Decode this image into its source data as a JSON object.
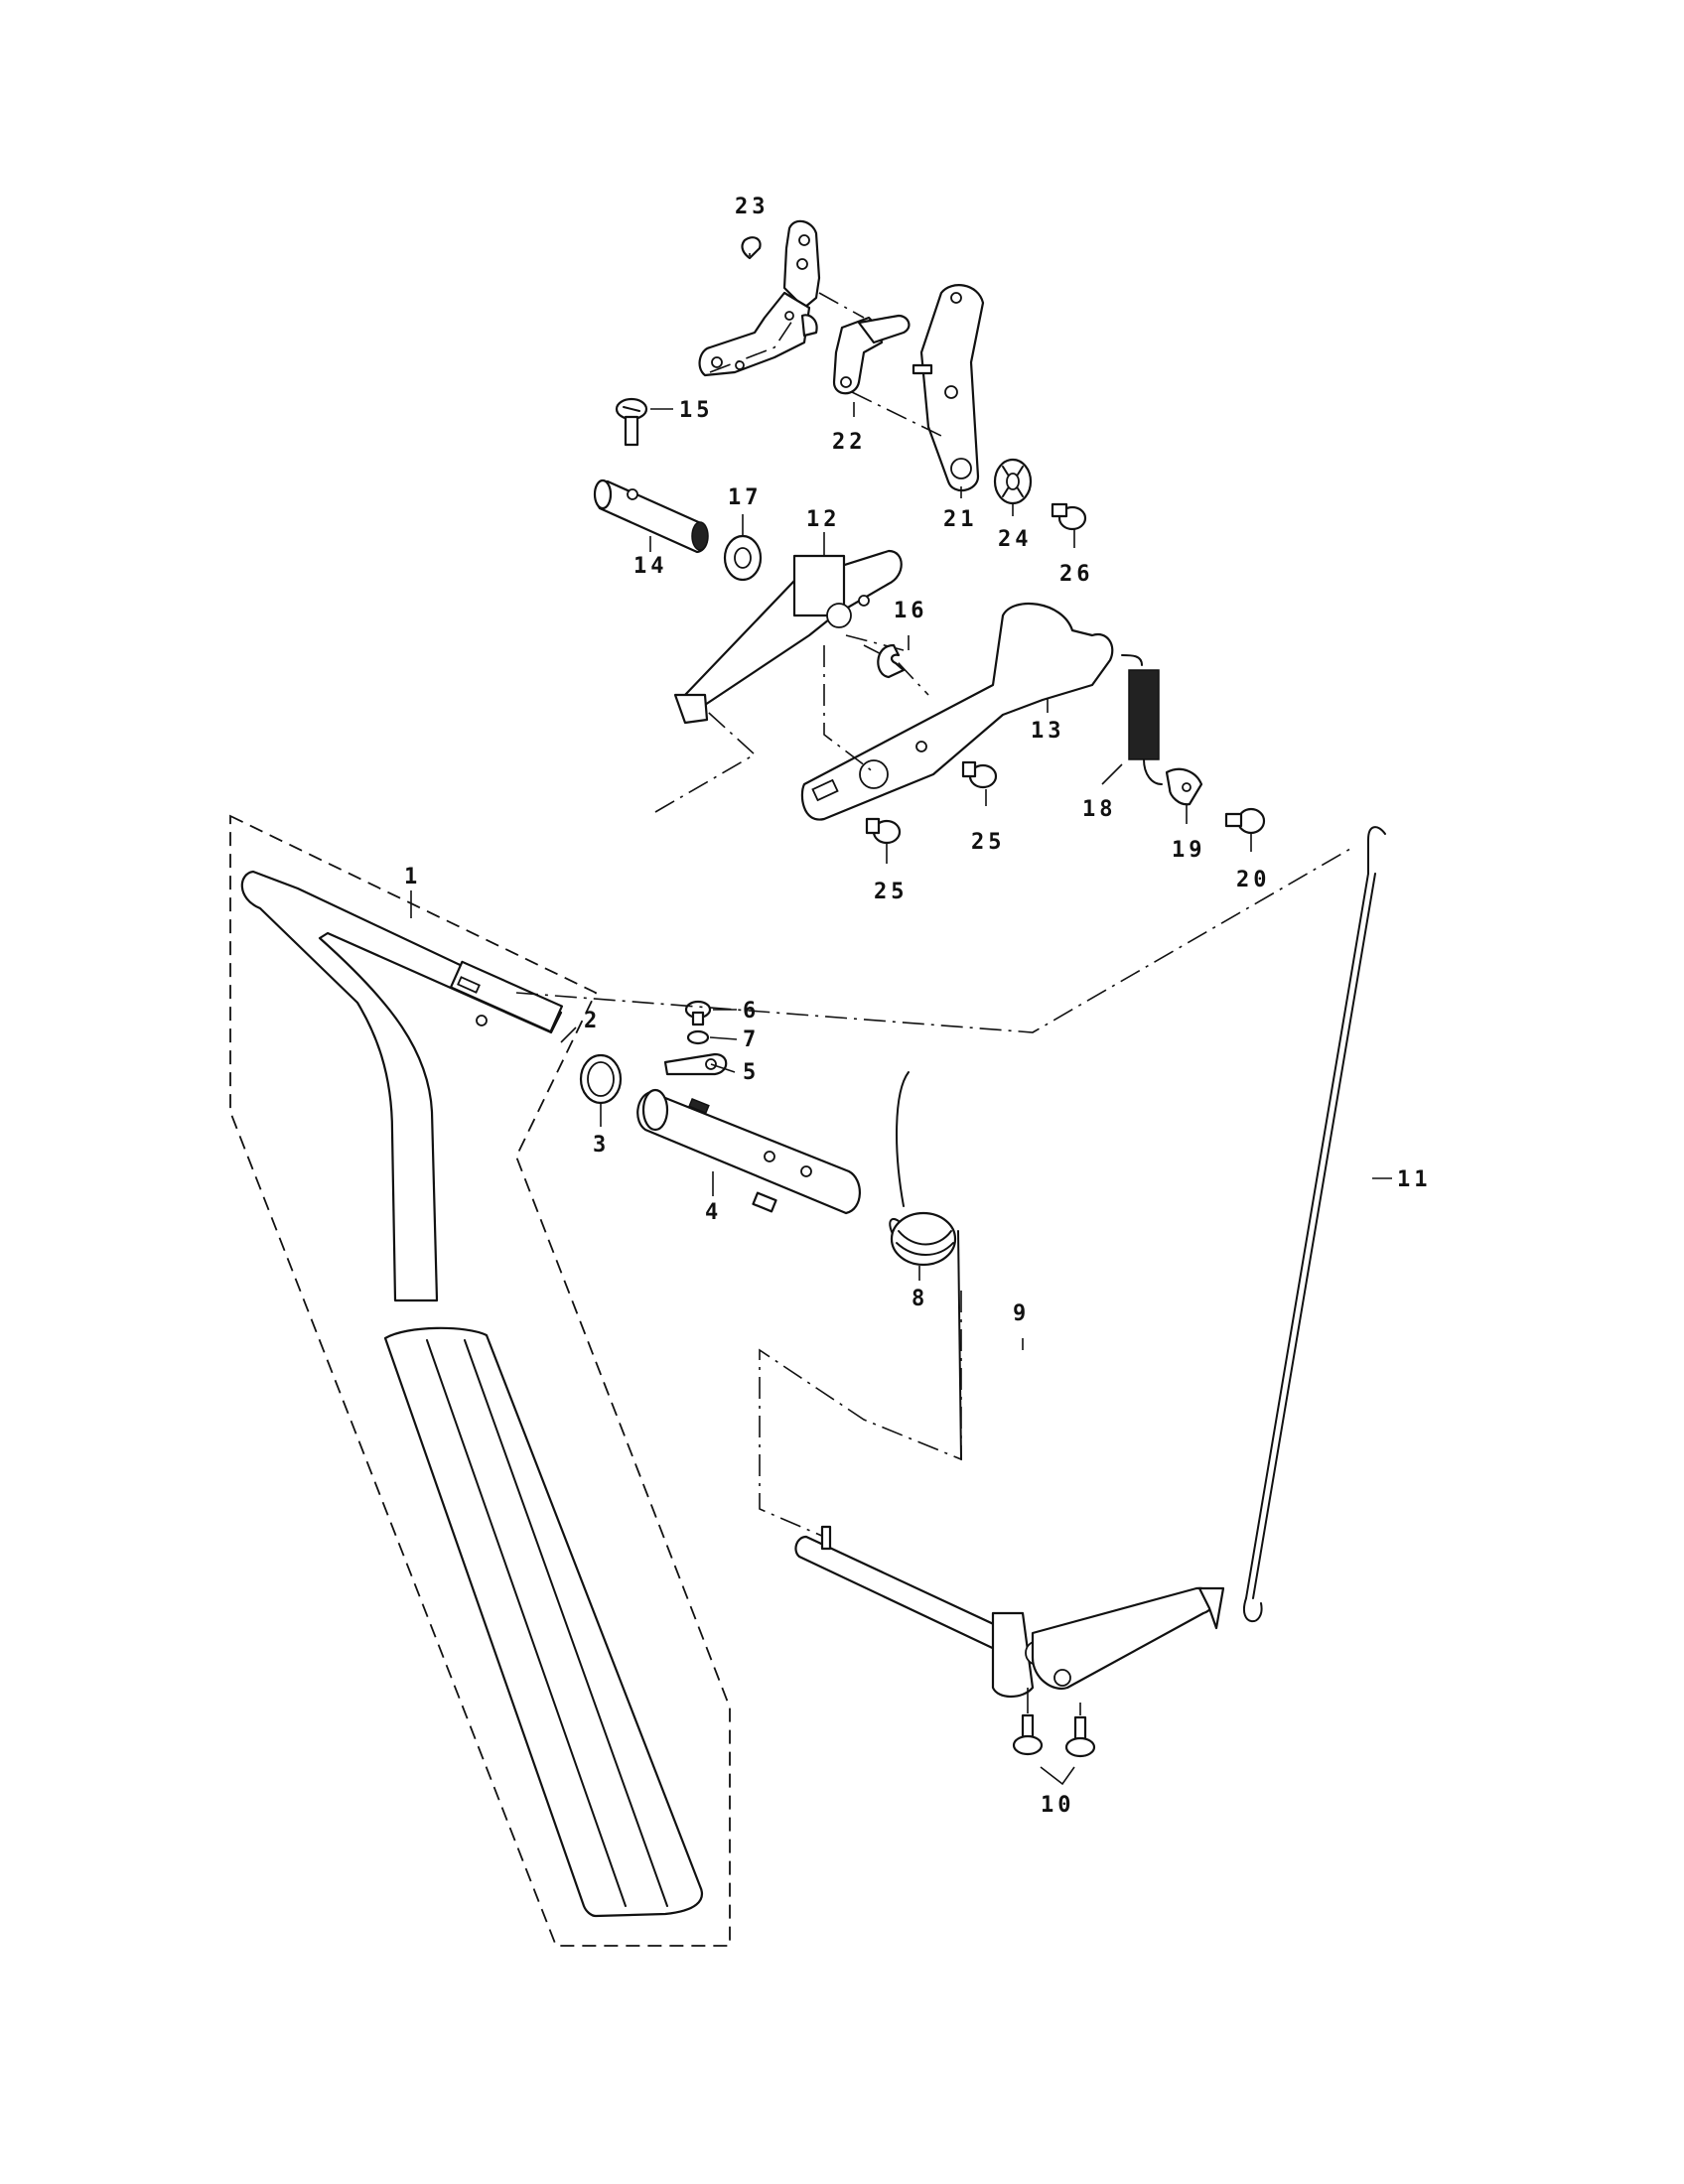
{
  "diagram": {
    "callouts": {
      "p1": "1",
      "p2": "2",
      "p3": "3",
      "p4": "4",
      "p5": "5",
      "p6": "6",
      "p7": "7",
      "p8": "8",
      "p9": "9",
      "p10": "10",
      "p11": "11",
      "p12": "12",
      "p13": "13",
      "p14": "14",
      "p15": "15",
      "p16": "16",
      "p17": "17",
      "p18": "18",
      "p19": "19",
      "p20": "20",
      "p21": "21",
      "p22": "22",
      "p23": "23",
      "p24": "24",
      "p25a": "25",
      "p25b": "25",
      "p26": "26"
    }
  }
}
